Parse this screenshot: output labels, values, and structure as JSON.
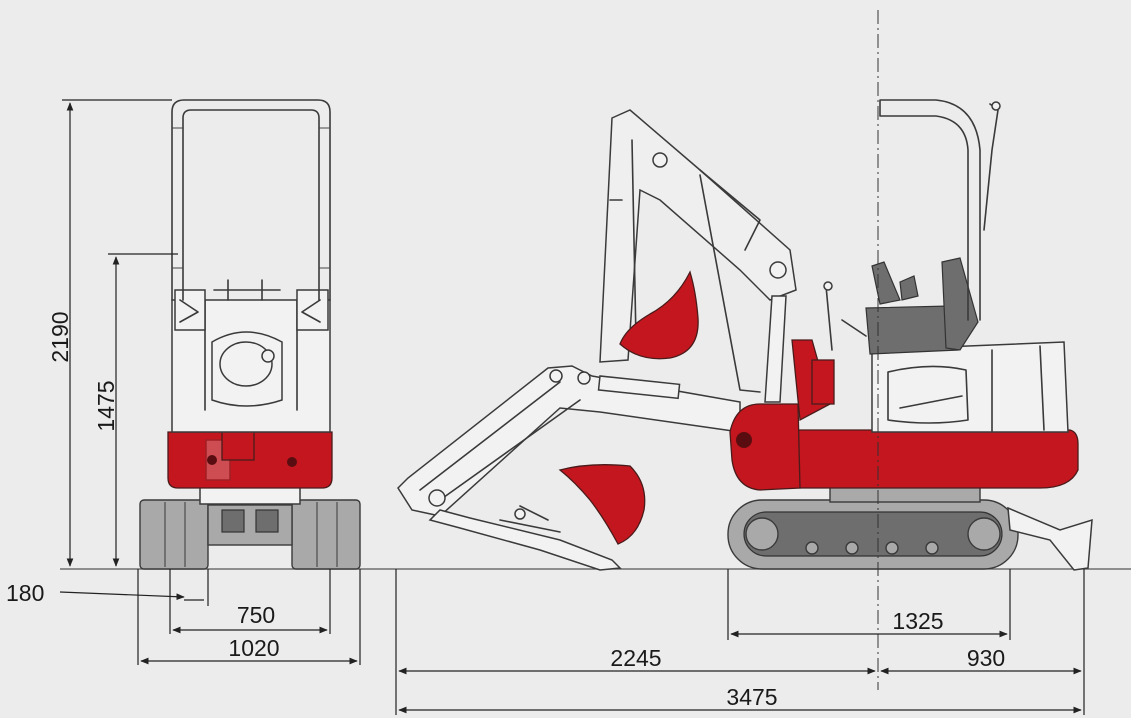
{
  "colors": {
    "background": "#ececec",
    "body": "#f2f2f2",
    "red": "#c3161e",
    "track": "#a9a9a9",
    "dark": "#6e6e6e",
    "dimension_line": "#222222"
  },
  "dimensions": {
    "overall_height": "2190",
    "body_height": "1475",
    "ground_clearance": "180",
    "track_gauge": "750",
    "overall_width": "1020",
    "tail_to_blade": "1325",
    "front_reach": "2245",
    "rear_length": "930",
    "overall_length": "3475"
  }
}
